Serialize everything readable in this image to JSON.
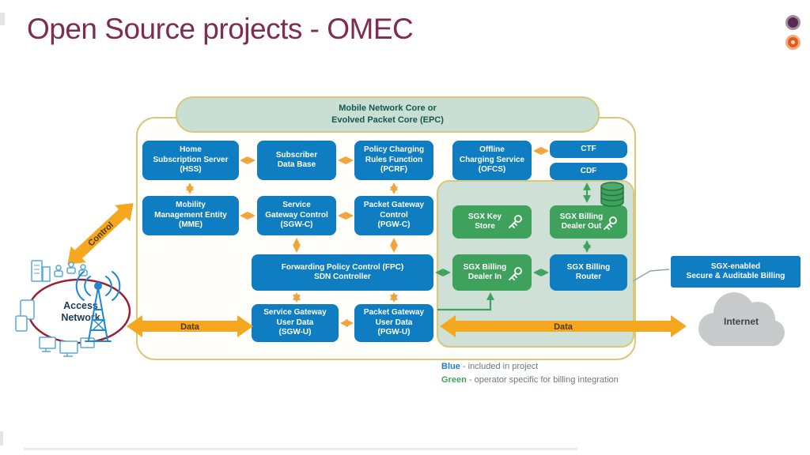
{
  "title": "Open Source projects - OMEC",
  "colors": {
    "title": "#7d2d52",
    "node_blue": "#0f7dc2",
    "node_green": "#3fa25c",
    "region_mint": "#cfe1d6",
    "border_gold": "#d9c77c",
    "arrow_orange": "#f5a81f",
    "arrow_green": "#3fa25c",
    "access_ellipse_red": "#9c2033",
    "cloud_gray": "#c9cacc"
  },
  "epc": {
    "header": "Mobile Network Core or\nEvolved Packet Core (EPC)"
  },
  "nodes": {
    "hss": "Home\nSubscription Server\n(HSS)",
    "sdb": "Subscriber\nData Base",
    "pcrf": "Policy Charging\nRules Function\n(PCRF)",
    "ofcs": "Offline\nCharging Service\n(OFCS)",
    "ctf": "CTF",
    "cdf": "CDF",
    "mme": "Mobility\nManagement Entity\n(MME)",
    "sgwc": "Service\nGateway Control\n(SGW-C)",
    "pgwc": "Packet Gateway\nControl\n(PGW-C)",
    "fpc": "Forwarding Policy Control (FPC)\nSDN Controller",
    "sgwu": "Service Gateway\nUser Data\n(SGW-U)",
    "pgwu": "Packet Gateway\nUser Data\n(PGW-U)",
    "sgx_key_store": "SGX Key\nStore",
    "sgx_dealer_out": "SGX Billing\nDealer Out",
    "sgx_dealer_in": "SGX Billing\nDealer In",
    "sgx_router": "SGX Billing\nRouter",
    "sgx_enabled": "SGX-enabled\nSecure & Auditable Billing"
  },
  "labels": {
    "access_network": "Access\nNetwork",
    "internet": "Internet",
    "control": "Control",
    "data_left": "Data",
    "data_right": "Data"
  },
  "legend": {
    "items": [
      {
        "term": "Blue",
        "desc": "- included in project"
      },
      {
        "term": "Green",
        "desc": "- operator specific for billing integration"
      }
    ]
  },
  "icons": {
    "brand_top": "purple-donut-logo",
    "brand_bottom": "orange-donut-logo",
    "key": "key-icon",
    "database": "database-icon",
    "tower": "cell-tower-icon",
    "cloud": "cloud-icon"
  }
}
